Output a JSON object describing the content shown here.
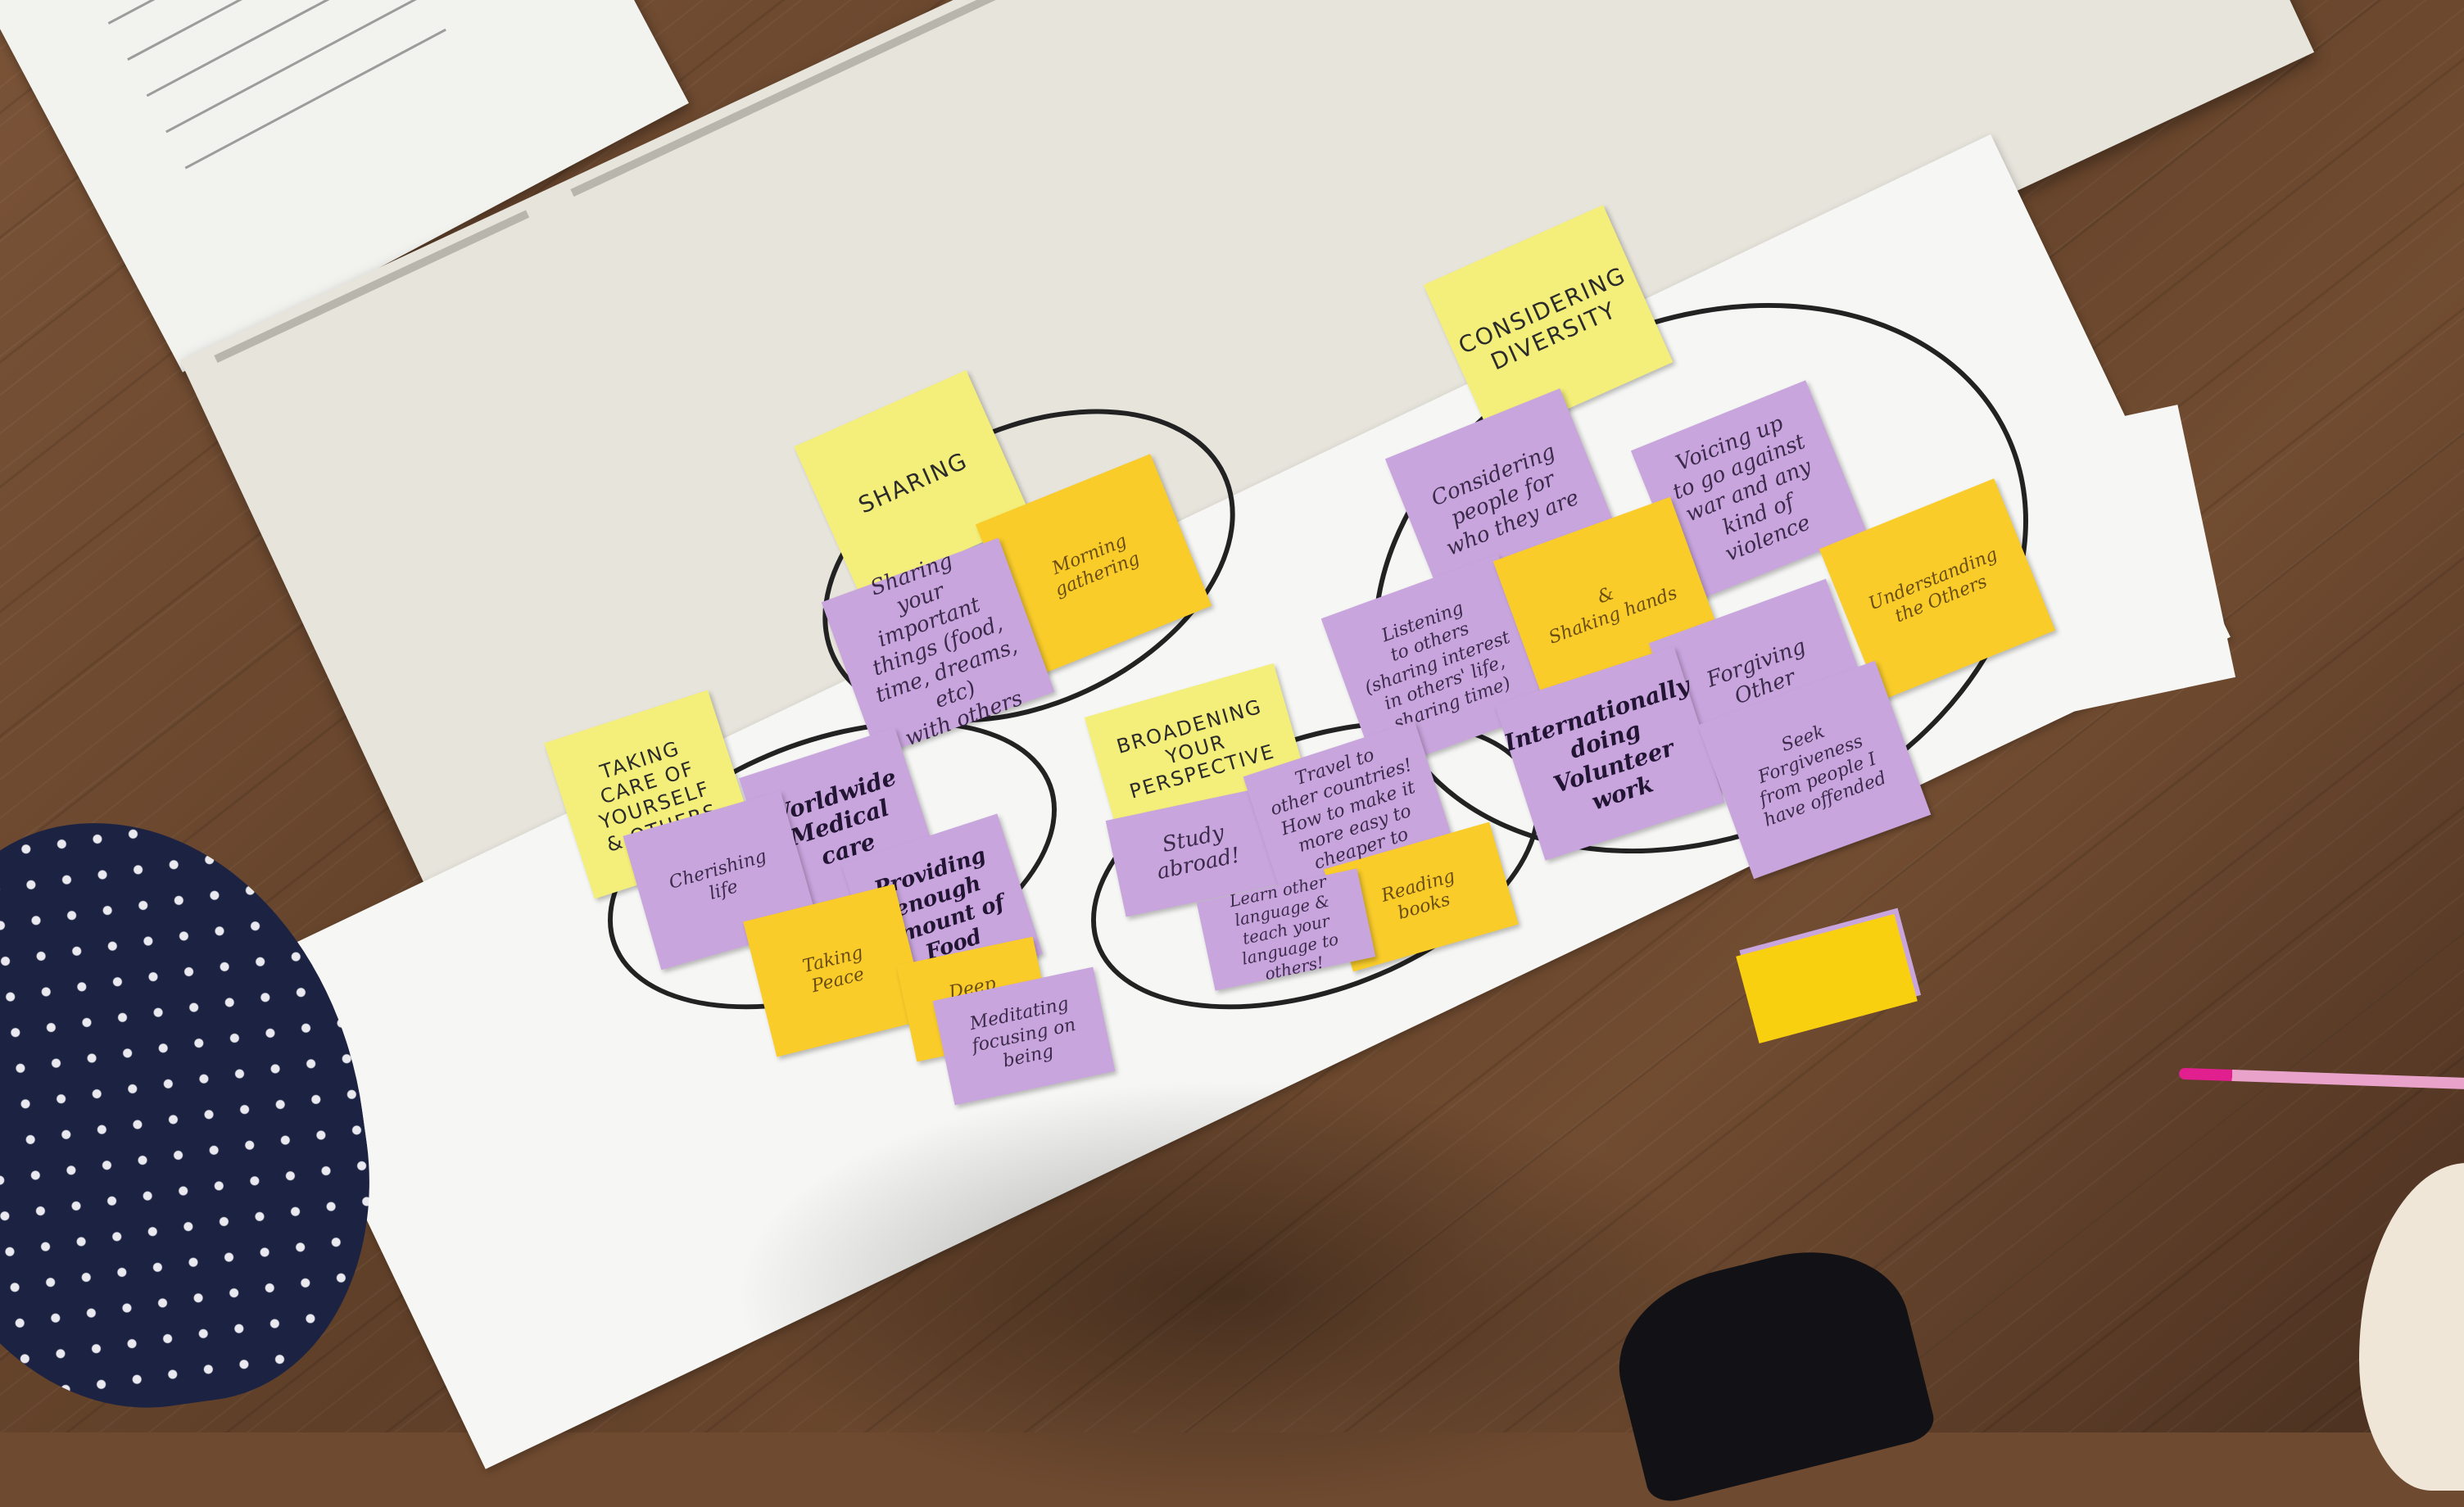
{
  "scene": {
    "instruction_sheet": {
      "legible": false
    },
    "colors": {
      "floor": "#6e4a30",
      "board": "#f6f6f4",
      "header_note": "#f4ef7a",
      "purple_note": "#c9a5de",
      "yellow_note": "#f9cc2a",
      "pen": "#e21f8f"
    }
  },
  "groups": [
    {
      "header": "SHARING",
      "notes": [
        {
          "text": "Morning\ngathering",
          "color": "yellow"
        },
        {
          "text": "Sharing\nyour important\nthings (food,\ntime, dreams, etc)\nwith others",
          "color": "purple"
        }
      ]
    },
    {
      "header": "CONSIDERING\nDIVERSITY",
      "notes": [
        {
          "text": "Considering\npeople for\nwho they are",
          "color": "purple"
        },
        {
          "text": "Voicing up\nto go against\nwar and any\nkind of violence",
          "color": "purple"
        },
        {
          "text": "Listening\nto others\n(sharing interest\nin others' life,\nsharing time)",
          "color": "purple"
        },
        {
          "text": "&\nShaking hands",
          "color": "yellow"
        },
        {
          "text": "Understanding\nthe Others",
          "color": "yellow"
        },
        {
          "text": "Forgiving Other\nWrong",
          "color": "purple"
        },
        {
          "text": "Internationally\ndoing\nVolunteer\nwork",
          "color": "purple"
        },
        {
          "text": "Seek Forgiveness\nfrom people I\nhave offended",
          "color": "purple"
        }
      ]
    },
    {
      "header": "TAKING\nCARE OF\nYOURSELF\n& OTHERS",
      "notes": [
        {
          "text": "Worldwide\nMedical\ncare",
          "color": "purple"
        },
        {
          "text": "Cherishing\nlife",
          "color": "purple"
        },
        {
          "text": "Providing\nenough\namount of\nFood",
          "color": "purple"
        },
        {
          "text": "Taking\nPeace",
          "color": "yellow"
        },
        {
          "text": "Deep\nbreath",
          "color": "yellow"
        },
        {
          "text": "Meditating\nfocusing on\nbeing",
          "color": "purple"
        }
      ]
    },
    {
      "header": "BROADENING\nYOUR\nPERSPECTIVE",
      "notes": [
        {
          "text": "Study\nabroad!",
          "color": "purple"
        },
        {
          "text": "Travel to\nother countries!\nHow to make it\nmore easy to\ncheaper to travel?",
          "color": "purple"
        },
        {
          "text": "Reading\nbooks",
          "color": "yellow"
        },
        {
          "text": "Learn other\nlanguage &\nteach your\nlanguage to\nothers!",
          "color": "purple"
        }
      ]
    }
  ]
}
